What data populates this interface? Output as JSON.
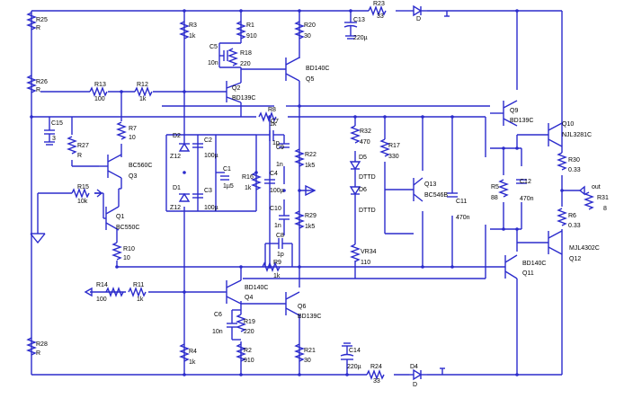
{
  "labels": {
    "R25_ref": "R25",
    "R25_val": "R",
    "R26_ref": "R26",
    "R26_val": "R",
    "R28_ref": "R28",
    "R28_val": "R",
    "R27_ref": "R27",
    "R27_val": "R",
    "C15_ref": "C15",
    "C15_val": "3",
    "R13_ref": "R13",
    "R13_val": "100",
    "R12_ref": "R12",
    "R12_val": "1k",
    "R7_ref": "R7",
    "R7_val": "10",
    "R15_ref": "R15",
    "R15_val": "10k",
    "Q3_part": "BC560C",
    "Q3_ref": "Q3",
    "Q1_ref": "Q1",
    "Q1_part": "BC550C",
    "R10_ref": "R10",
    "R10_val": "10",
    "R14_ref": "R14",
    "R14_val": "100",
    "R11_ref": "R11",
    "R11_val": "1k",
    "R3_ref": "R3",
    "R3_val": "1k",
    "R4_ref": "R4",
    "R4_val": "1k",
    "R1_ref": "R1",
    "R1_val": "910",
    "C5_ref": "C5",
    "C5_val": "10n",
    "R18_ref": "R18",
    "R18_val": "220",
    "Q2_ref": "Q2",
    "Q2_part": "BD139C",
    "D2_ref": "D2",
    "Z12_a": "Z12",
    "C2_ref": "C2",
    "C2_val": "100µ",
    "D1_ref": "D1",
    "Z12_b": "Z12",
    "C3_ref": "C3",
    "C3_val": "100µ",
    "C1_ref": "C1",
    "C1_val": "1µ5",
    "R16_ref": "R16",
    "R16_val": "1k",
    "C4_ref": "C4",
    "C4_val": "100µ",
    "R8_ref": "R8",
    "R8_val": "1k",
    "C7_ref": "C7",
    "C7_val": "1p",
    "C9_ref": "C9",
    "C9_val": "1n",
    "C10_ref": "C10",
    "C10_val": "1n",
    "C6_ref": "C6",
    "C6_val": "10n",
    "R19_ref": "R19",
    "R19_val": "220",
    "R2_ref": "R2",
    "R2_val": "910",
    "Q4_part": "BD140C",
    "Q4_ref": "Q4",
    "R9_ref": "R9",
    "R9_val": "1k",
    "C8_ref": "C8",
    "C8_val": "1p",
    "R20_ref": "R20",
    "R20_val": "30",
    "Q5_part": "BD140C",
    "Q5_ref": "Q5",
    "R22_ref": "R22",
    "R22_val": "1k5",
    "R29_ref": "R29",
    "R29_val": "1k5",
    "Q6_ref": "Q6",
    "Q6_part": "BD139C",
    "R21_ref": "R21",
    "R21_val": "30",
    "C13_ref": "C13",
    "C13_val": "220µ",
    "R23_ref": "R23",
    "R23_val": "33",
    "D3_ref": "D",
    "C14_ref": "C14",
    "C14_val": "220µ",
    "R24_ref": "R24",
    "R24_val": "33",
    "D4_ref": "D4",
    "D4_val": "D",
    "R32_ref": "R32",
    "R32_val": "470",
    "R17_ref": "R17",
    "R17_val": "330",
    "D5_ref": "D5",
    "D5_val": "DTTD",
    "D6_ref": "D6",
    "D6_val": "DTTD",
    "Q13_ref": "Q13",
    "Q13_part": "BC546B",
    "VR34_ref": "VR34",
    "VR34_val": "110",
    "C11_ref": "C11",
    "C11_val": "470n",
    "Q9_ref": "Q9",
    "Q9_part": "BD139C",
    "Q10_ref": "Q10",
    "Q10_part": "NJL3281C",
    "R5_ref": "R5",
    "R5_val": "88",
    "C12_ref": "C12",
    "C12_val": "470n",
    "R30_ref": "R30",
    "R30_val": "0.33",
    "R6_ref": "R6",
    "R6_val": "0.33",
    "out_label": "out",
    "R31_ref": "R31",
    "R31_val": "8",
    "Q11_part": "BD140C",
    "Q11_ref": "Q11",
    "Q12_part": "MJL4302C",
    "Q12_ref": "Q12"
  }
}
